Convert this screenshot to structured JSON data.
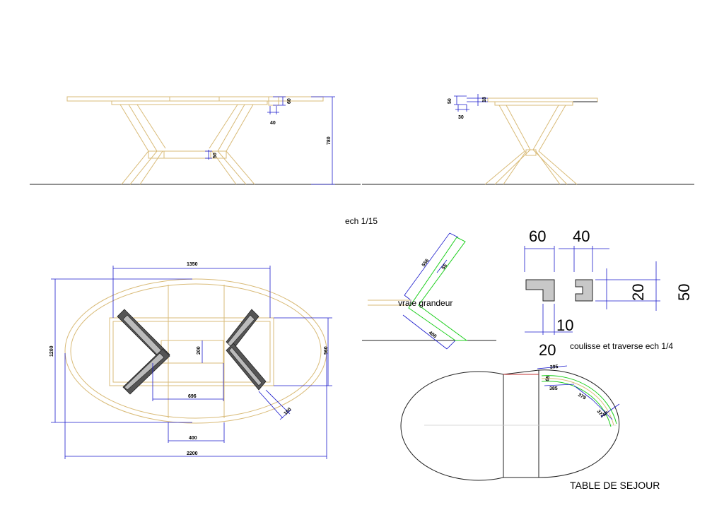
{
  "labels": {
    "scale_main": "ech 1/15",
    "true_size": "vraie grandeur",
    "detail_scale": "coulisse et traverse ech 1/4",
    "title": "TABLE DE SEJOUR"
  },
  "dims_front": {
    "top_thickness": "60",
    "rail_width": "40",
    "height": "780",
    "foot_section": "50"
  },
  "dims_side": {
    "rail_h": "50",
    "top_th": "18",
    "rail_w": "30"
  },
  "dims_plan": {
    "frame_length": "1350",
    "overall_width": "1200",
    "apron_depth": "560",
    "center_w": "200",
    "stretcher_len": "696",
    "leg_section": "100",
    "center_gap": "400",
    "overall_length": "2200"
  },
  "dims_leg": {
    "upper_len": "556",
    "thickness": "55",
    "lower_len": "400"
  },
  "dims_detail": {
    "d60": "60",
    "d40": "40",
    "d20v": "20",
    "d50": "50",
    "d10": "10",
    "d20": "20"
  },
  "dims_curve": {
    "a": "395",
    "b": "65",
    "c": "385",
    "d": "379",
    "e": "374",
    "f": "45"
  }
}
